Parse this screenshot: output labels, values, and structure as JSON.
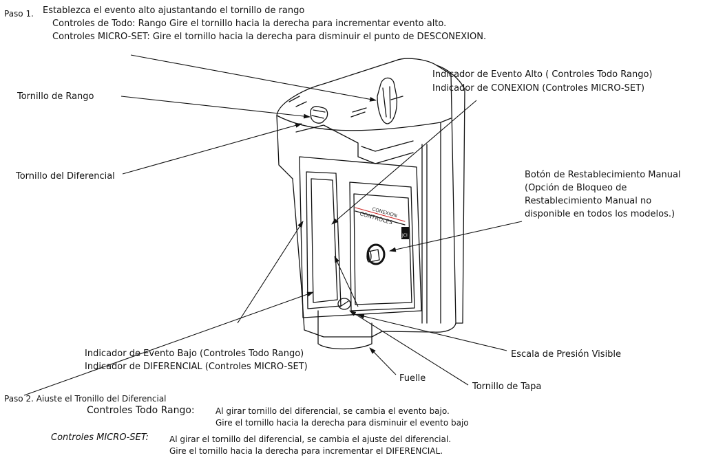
{
  "step1": {
    "label": "Paso 1.",
    "title": "Establezca el evento alto ajustantando el tornillo de rango",
    "line1": "Controles de Todo: Rango Gire el tornillo hacia la derecha para incrementar evento alto.",
    "line2": "Controles MICRO-SET: Gire el tornillo hacia la derecha para disminuir el punto de DESCONEXION."
  },
  "labels": {
    "range_screw": "Tornillo de Rango",
    "differential_screw": "Tornillo del Diferencial",
    "high_event_1": "Indicador de Evento Alto ( Controles Todo Rango)",
    "high_event_2": "Indicador de CONEXION (Controles MICRO-SET)",
    "reset_1": "Botón de Restablecimiento Manual",
    "reset_2": "(Opción de Bloqueo de",
    "reset_3": "Restablecimiento Manual no",
    "reset_4": "disponible en todos los modelos.)",
    "scale": "Escala de Presión Visible",
    "low_event_1": "Indicador de Evento Bajo (Controles Todo Rango)",
    "low_event_2": "Indicador de DIFERENCIAL (Controles MICRO-SET)",
    "bellows": "Fuelle",
    "cover_screw": "Tornillo de Tapa"
  },
  "step2": {
    "title": "Paso 2. Aiuste el Tronillo del Diferencial",
    "all_range_label": "Controles Todo Rango:",
    "all_range_1": "Al girar tornillo del diferencial, se cambia el evento bajo.",
    "all_range_2": "Gire el tornillo hacia la derecha para disminuir el evento bajo",
    "microset_label": "Controles MICRO-SET:",
    "microset_1": "Al girar el tornillo del diferencial, se cambia el ajuste del diferencial.",
    "microset_2": "Gire el tornillo hacia la derecha para incrementar el DIFERENCIAL."
  },
  "device": {
    "brand_1": "CONTROLES",
    "brand_2": "CONEXION",
    "badge": "JCI"
  }
}
